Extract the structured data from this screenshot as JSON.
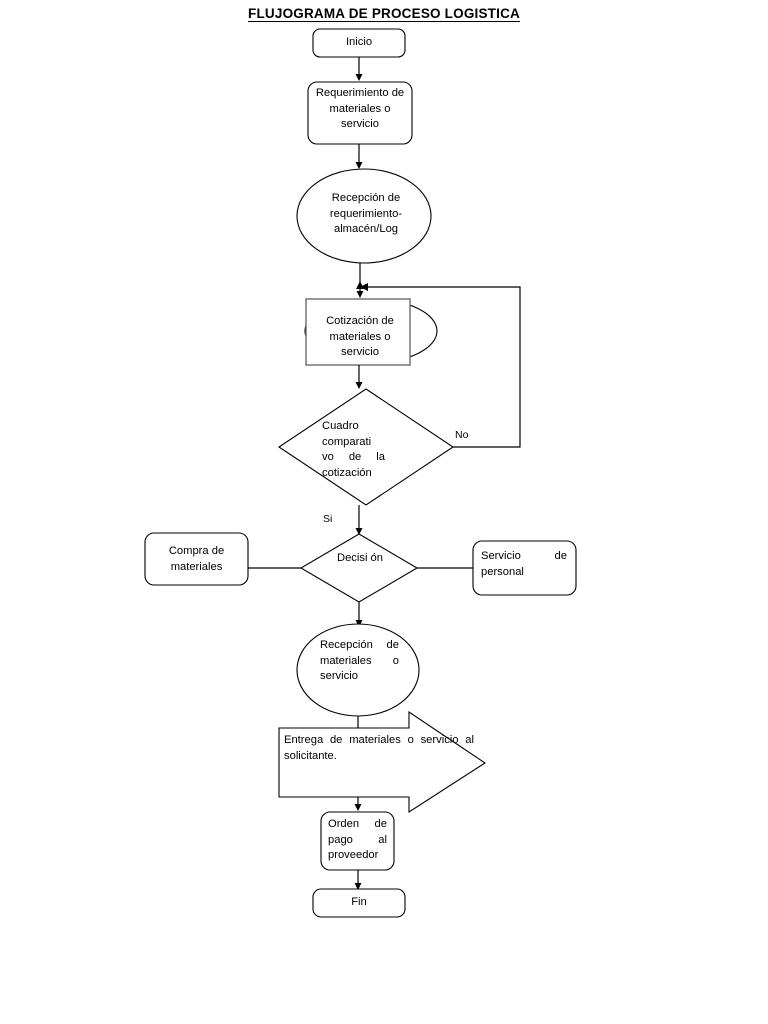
{
  "document": {
    "title": "FLUJOGRAMA DE PROCESO LOGISTICA"
  },
  "flowchart": {
    "type": "flowchart",
    "orientation": "top-to-bottom",
    "nodes": [
      {
        "id": "inicio",
        "shape": "rounded-rectangle",
        "text": "Inicio"
      },
      {
        "id": "requerimiento",
        "shape": "rounded-rectangle",
        "text": "Requerimiento de materiales o servicio"
      },
      {
        "id": "recepcion-req",
        "shape": "ellipse",
        "text": "Recepción de requerimiento-almacén/Log"
      },
      {
        "id": "cotizacion",
        "shape": "rectangle-with-ellipse-overlay",
        "text": "Cotización de materiales o servicio"
      },
      {
        "id": "cuadro",
        "shape": "diamond",
        "text": "Cuadro comparati vo de la cotización"
      },
      {
        "id": "compra",
        "shape": "rounded-rectangle",
        "text": "Compra de materiales"
      },
      {
        "id": "decision",
        "shape": "diamond",
        "text": "Decisi ón"
      },
      {
        "id": "servicio",
        "shape": "rounded-rectangle",
        "text": "Servicio de personal"
      },
      {
        "id": "recepcion-mat",
        "shape": "ellipse",
        "text": "Recepción de materiales o servicio"
      },
      {
        "id": "entrega",
        "shape": "block-arrow-right",
        "text": "Entrega de materiales o servicio al solicitante."
      },
      {
        "id": "orden-pago",
        "shape": "rounded-rectangle",
        "text": "Orden de pago al proveedor"
      },
      {
        "id": "fin",
        "shape": "rounded-rectangle",
        "text": "Fin"
      }
    ],
    "edge_labels": {
      "no": "No",
      "si": "Si"
    },
    "edges": [
      {
        "from": "inicio",
        "to": "requerimiento",
        "label": ""
      },
      {
        "from": "requerimiento",
        "to": "recepcion-req",
        "label": ""
      },
      {
        "from": "recepcion-req",
        "to": "cotizacion",
        "label": ""
      },
      {
        "from": "cotizacion",
        "to": "cuadro",
        "label": ""
      },
      {
        "from": "cuadro",
        "to": "cotizacion",
        "label": "No"
      },
      {
        "from": "cuadro",
        "to": "decision",
        "label": "Si"
      },
      {
        "from": "compra",
        "to": "decision",
        "label": ""
      },
      {
        "from": "decision",
        "to": "servicio",
        "label": ""
      },
      {
        "from": "decision",
        "to": "recepcion-mat",
        "label": ""
      },
      {
        "from": "recepcion-mat",
        "to": "entrega",
        "label": ""
      },
      {
        "from": "entrega",
        "to": "orden-pago",
        "label": ""
      },
      {
        "from": "orden-pago",
        "to": "fin",
        "label": ""
      }
    ]
  },
  "colors": {
    "stroke": "#000000",
    "fill": "#ffffff",
    "text": "#000000",
    "gray_stroke": "#6b6b6b"
  }
}
